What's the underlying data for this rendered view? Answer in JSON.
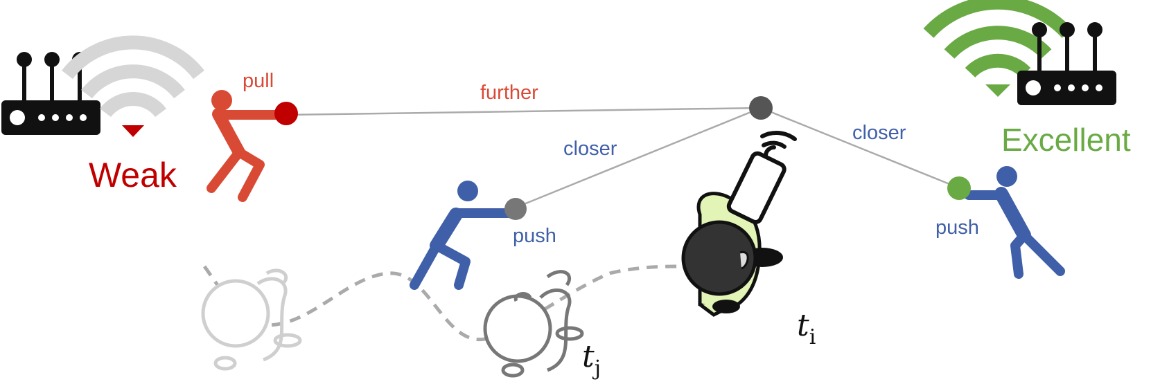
{
  "colors": {
    "weak": "#c00000",
    "pull": "#d94a35",
    "push": "#3f5fa8",
    "excellent": "#6aaa45",
    "node": "#555555",
    "line": "#aaaaaa",
    "router": "#111111",
    "wifi_weak": "#d6d6d6",
    "phone_user_shirt": "#e3f5b6",
    "trail": "#aaaaaa"
  },
  "left_router": {
    "status_label": "Weak",
    "icon": "router-icon",
    "signal_icon": "wifi-weak-icon"
  },
  "right_router": {
    "status_label": "Excellent",
    "icon": "router-icon",
    "signal_icon": "wifi-strong-icon"
  },
  "forces": {
    "pull_label": "pull",
    "further_label": "further",
    "closer_left_label": "closer",
    "closer_right_label": "closer",
    "push_left_label": "push",
    "push_right_label": "push"
  },
  "time_labels": {
    "ti_base": "t",
    "ti_sub": "i",
    "tj_base": "t",
    "tj_sub": "j"
  }
}
